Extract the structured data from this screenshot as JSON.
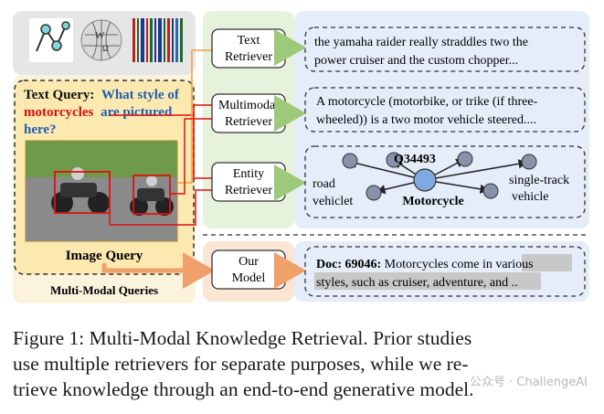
{
  "figure": {
    "retrievers": {
      "text": [
        "Text",
        "Retriever"
      ],
      "multimodal": [
        "Multimodal",
        "Retriever"
      ],
      "entity": [
        "Entity",
        "Retriever"
      ],
      "ours": [
        "Our",
        "Model"
      ]
    },
    "query": {
      "text_prefix": "Text Query:",
      "text_q1": "What style of",
      "text_q2": "motorcycles",
      "text_q3": "are pictured",
      "text_q4": "here?",
      "image_label": "Image Query",
      "panel_label": "Multi-Modal Queries"
    },
    "outputs": {
      "text_line1": "the yamaha raider really straddles two  the",
      "text_line2": "power cruiser and the custom chopper...",
      "mm_line1": "A motorcycle (motorbike, or trike (if three-",
      "mm_line2": "wheeled)) is a two motor vehicle steered....",
      "entity_id": "Q34493",
      "entity_center": "Motorcycle",
      "entity_left1": "road",
      "entity_left2": "vehiclet",
      "entity_right1": "single-track",
      "entity_right2": "vehicle",
      "doc_id": "Doc: 69046:",
      "doc_line1_rest": " Motorcycles come in ",
      "doc_line1_hl": "various",
      "doc_line2_hl": "styles, such as cruiser, adventure, and",
      "doc_line2_rest": " .."
    },
    "colors": {
      "query_blue": "#1f5fb0",
      "query_red": "#d01010",
      "retriever_green": "#e6f2dc",
      "output_blue": "#e4edf9",
      "ours_orange": "#fbe6d4"
    }
  },
  "caption": {
    "line1": "Figure 1: Multi-Modal Knowledge Retrieval. Prior studies",
    "line2": "use multiple retrievers for separate purposes, while we re-",
    "line3": "trieve knowledge through an end-to-end generative model."
  },
  "watermark": "公众号 · ChallengeAI"
}
